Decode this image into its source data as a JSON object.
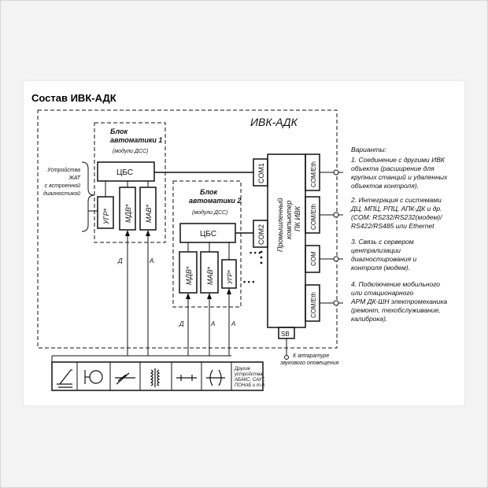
{
  "page": {
    "title": "Состав ИВК-АДК"
  },
  "diagram": {
    "system_label": "ИВК-АДК",
    "block1": {
      "title_line1": "Блок",
      "title_line2": "автоматики 1",
      "subtitle": "(модули ДСС)",
      "cbs": "ЦБС",
      "ugr": "УГР*",
      "mdv": "МДВ*",
      "mav": "МАВ*"
    },
    "block2": {
      "title_line1": "Блок",
      "title_line2": "автоматики 2",
      "subtitle": "(модули ДСС)",
      "cbs": "ЦБС",
      "mdv": "МДВ*",
      "mav": "МАВ*",
      "ugr": "УГР*"
    },
    "ports": {
      "com1": "COM1",
      "com2": "COM2",
      "sb": "SB"
    },
    "pc": {
      "line1": "Промышленный",
      "line2": "компьютер",
      "line3": "ПК ИВК"
    },
    "right_ports": [
      "COM/Eth",
      "COM/Eth",
      "COM",
      "COM/Eth"
    ],
    "zhat": {
      "line1": "Устройства",
      "line2": "ЖАТ",
      "line3": "с встроенной",
      "line4": "диагностикой"
    },
    "signal_labels": {
      "d": "Д",
      "a": "А"
    },
    "bottom_other": {
      "line1": "Другие",
      "line2": "устройства",
      "line3": "АБАКС, САУТ,",
      "line4": "ПОНАБ и т.д."
    },
    "sound": {
      "line1": "К аппаратуре",
      "line2": "звукового оповещения"
    },
    "variants": {
      "heading": "Варианты:",
      "v1": [
        "1. Соединение с другими ИВК",
        "объекта (расширение для",
        "крупных станций и удаленных",
        "объектов контроля)."
      ],
      "v2": [
        "2. Интеграция с системами",
        "ДЦ, МПЦ, РПЦ, АПК-ДК и др.",
        "(COM: RS232/RS232(модем)/",
        "RS422/RS485 или Ethernet"
      ],
      "v3": [
        "3. Связь с сервером",
        "централизации",
        "диагностирования и",
        "контроля (модем)."
      ],
      "v4": [
        "4. Подключение мобильного",
        "или стационарного",
        "АРМ ДК-ШН электромеханика",
        "(ремонт, техобслуживание,",
        "калиброка)."
      ]
    },
    "dots": "• • •"
  },
  "icons": [
    "track-circuit-icon",
    "signal-lamp-icon",
    "turnout-icon",
    "transformer-icon",
    "fuse-icon",
    "relay-icon"
  ]
}
